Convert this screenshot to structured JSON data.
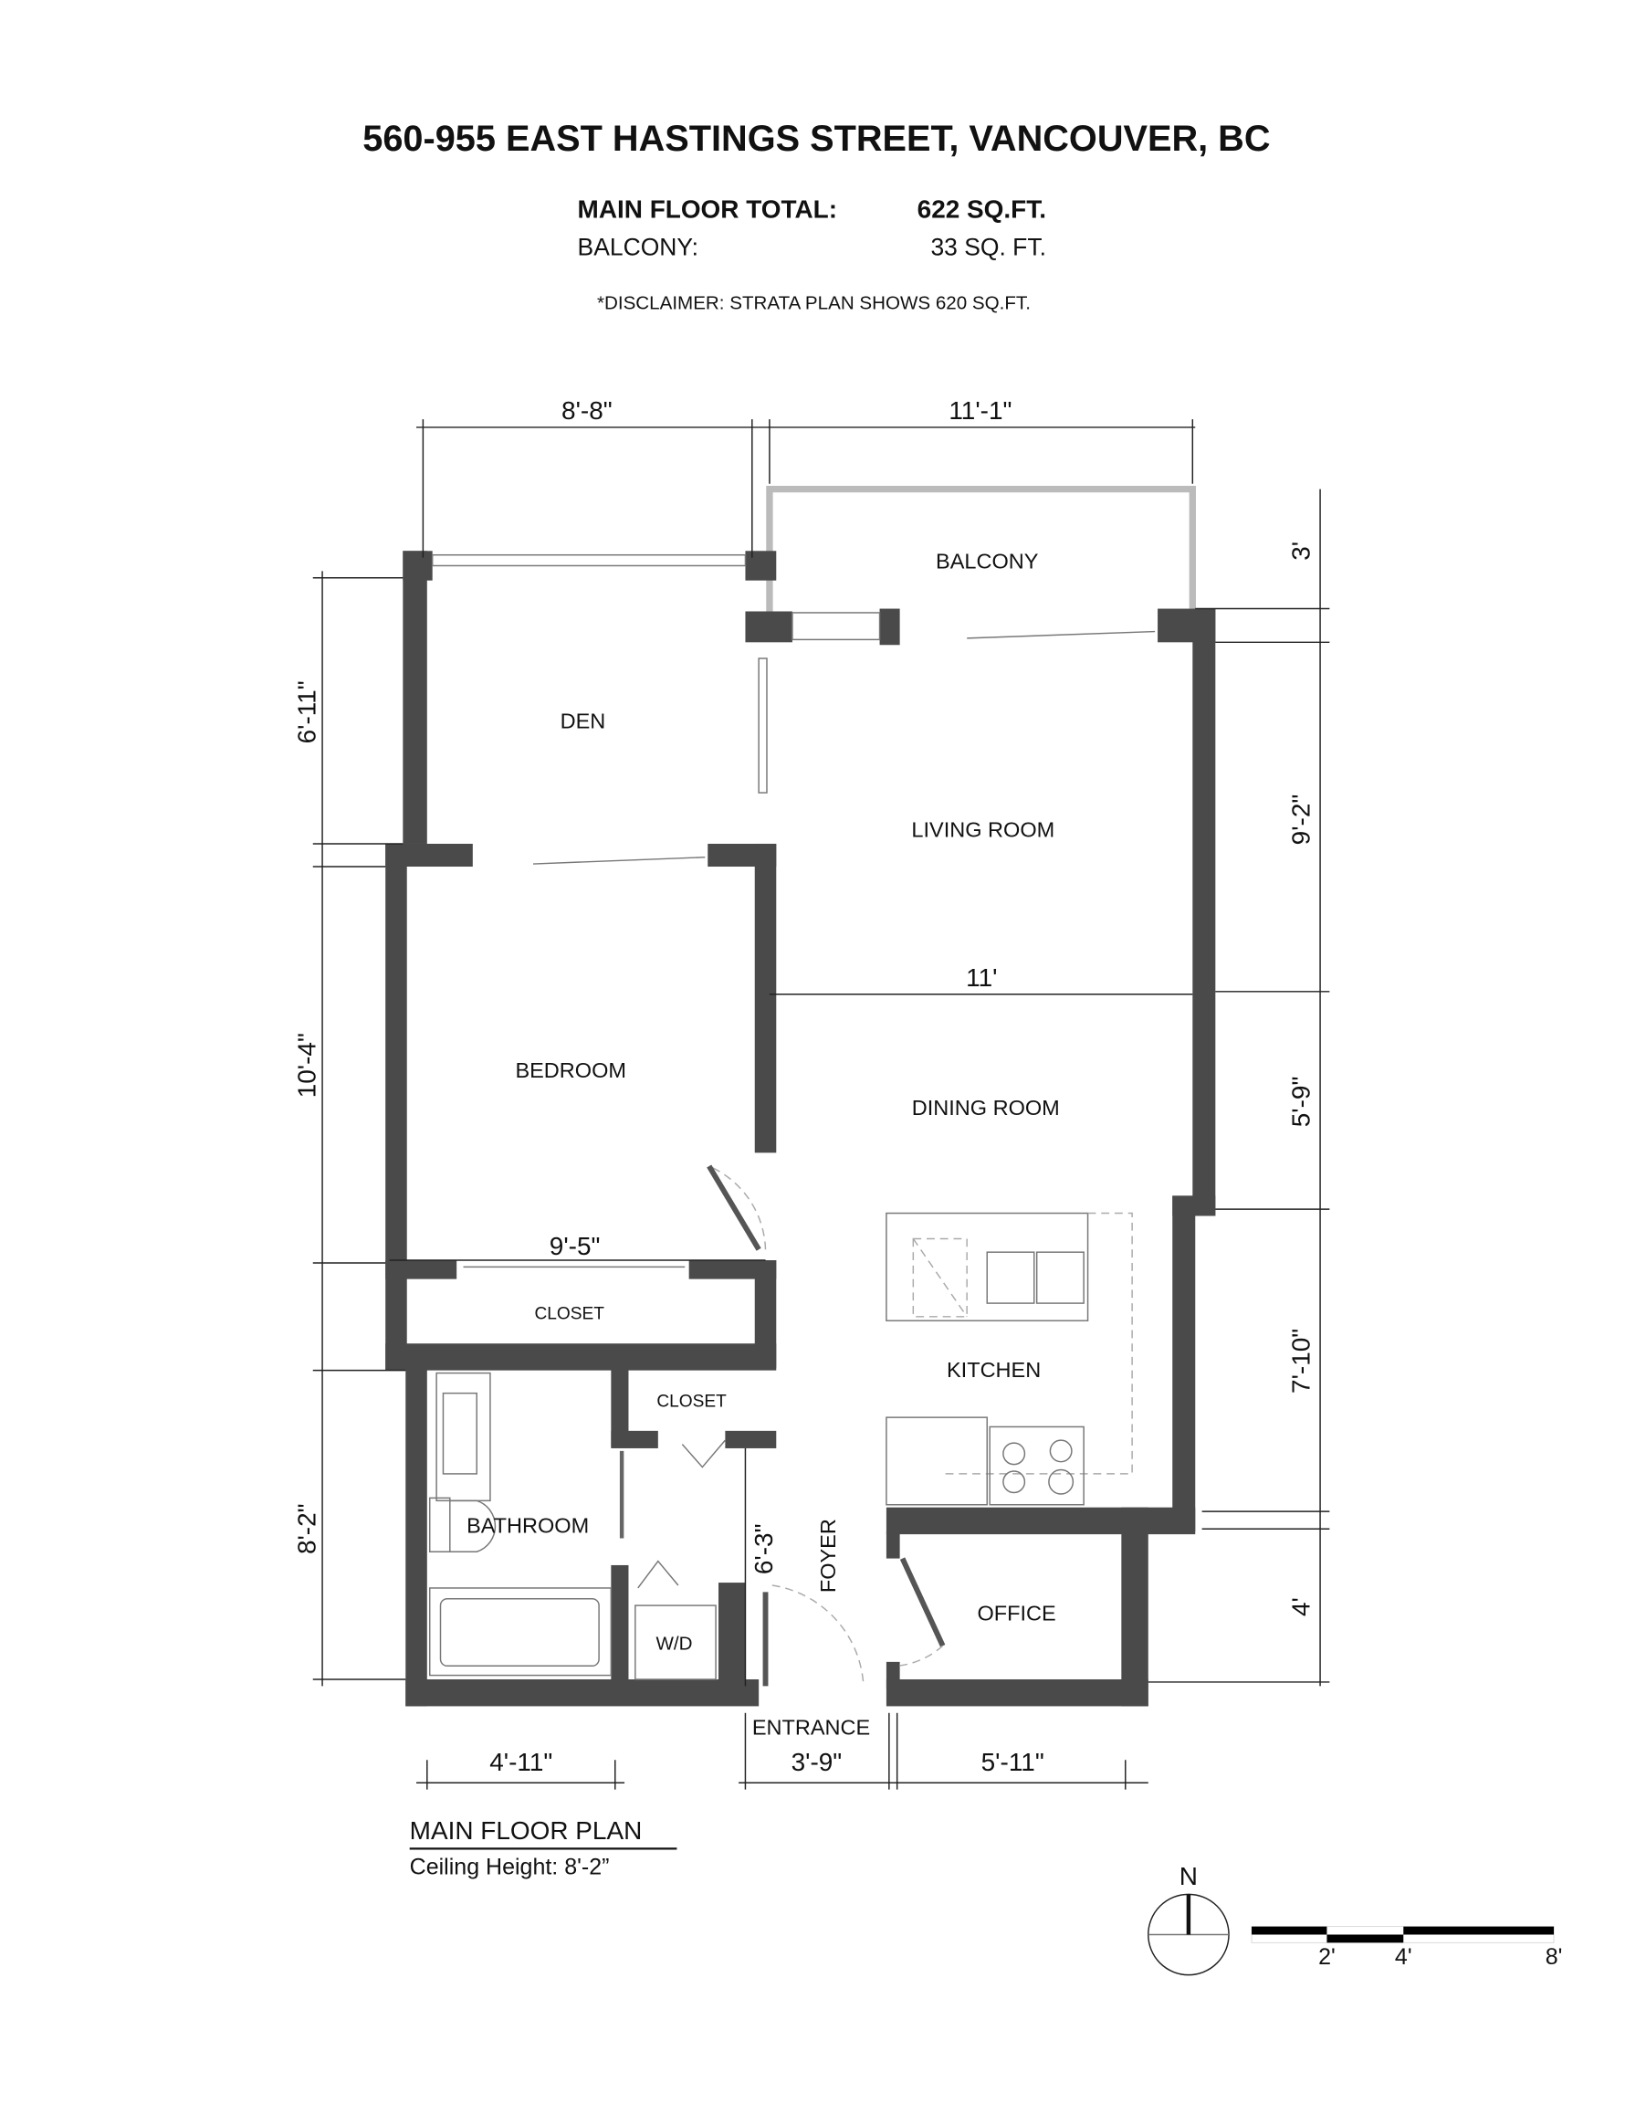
{
  "header": {
    "address": "560-955 EAST HASTINGS STREET, VANCOUVER, BC",
    "main_floor_label": "MAIN FLOOR TOTAL:",
    "main_floor_value": "622 SQ.FT.",
    "balcony_label": "BALCONY:",
    "balcony_value": "33 SQ. FT.",
    "disclaimer": "*DISCLAIMER: STRATA PLAN SHOWS 620 SQ.FT."
  },
  "rooms": {
    "balcony": "BALCONY",
    "den": "DEN",
    "living": "LIVING ROOM",
    "bedroom": "BEDROOM",
    "dining": "DINING ROOM",
    "closet1": "CLOSET",
    "closet2": "CLOSET",
    "kitchen": "KITCHEN",
    "bathroom": "BATHROOM",
    "foyer": "FOYER",
    "office": "OFFICE",
    "wd": "W/D",
    "entrance": "ENTRANCE"
  },
  "dimensions": {
    "top_left": "8'-8\"",
    "top_right": "11'-1\"",
    "left_den": "6'-11\"",
    "left_bedroom": "10'-4\"",
    "left_bath": "8'-2\"",
    "right_balcony": "3'",
    "right_living": "9'-2\"",
    "right_dining": "5'-9\"",
    "right_kitchen": "7'-10\"",
    "right_office": "4'",
    "living_width": "11'",
    "bedroom_width": "9'-5\"",
    "foyer": "6'-3\"",
    "bottom_bath": "4'-11\"",
    "bottom_entrance": "3'-9\"",
    "bottom_office": "5'-11\""
  },
  "footer": {
    "plan_title": "MAIN FLOOR PLAN",
    "ceiling": "Ceiling Height: 8'-2”",
    "north": "N",
    "scale_ticks": [
      "2'",
      "4'",
      "8'"
    ]
  }
}
